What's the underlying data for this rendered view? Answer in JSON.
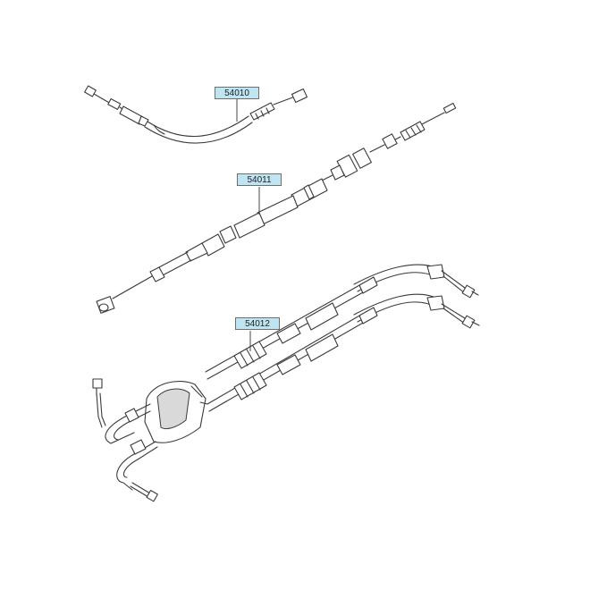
{
  "parts": [
    {
      "number": "54010"
    },
    {
      "number": "54011"
    },
    {
      "number": "54012"
    }
  ],
  "colors": {
    "label_fill": "#bfe4f2",
    "line": "#3a3a3a",
    "background": "#ffffff"
  }
}
